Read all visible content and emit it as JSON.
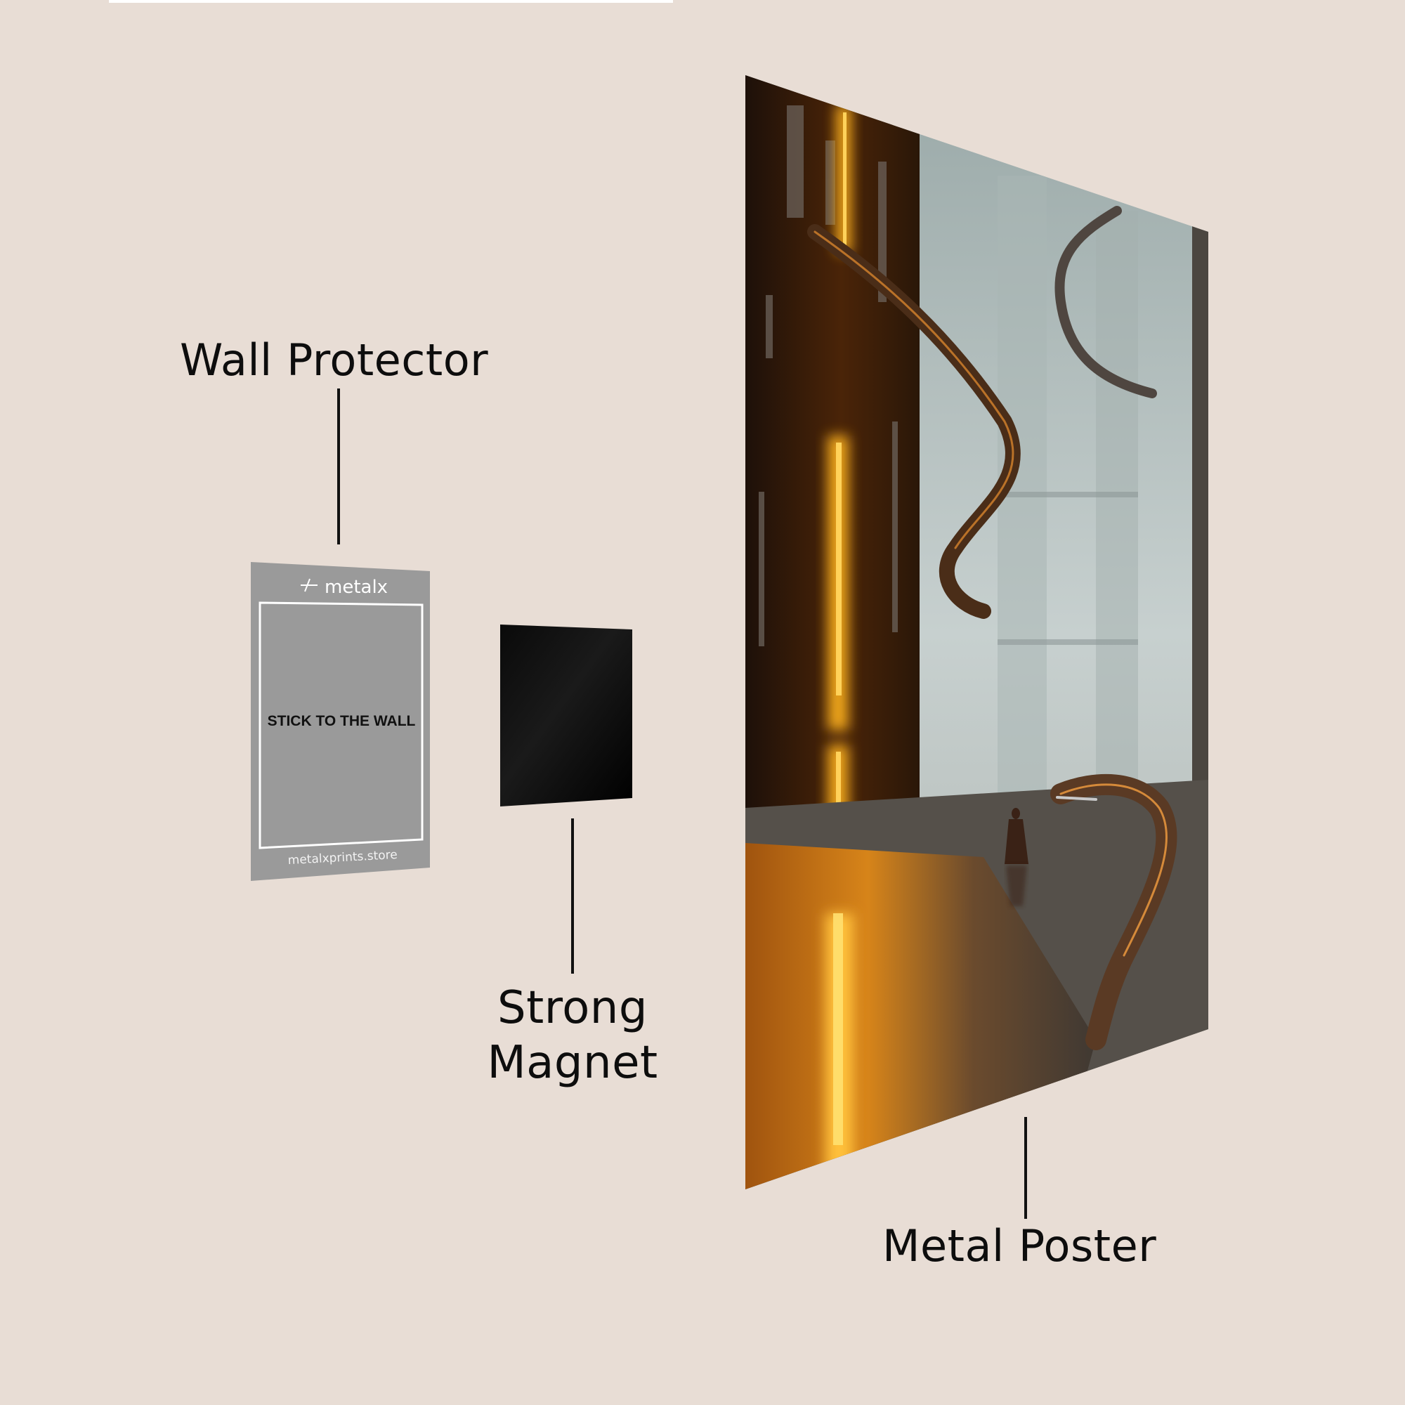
{
  "labels": {
    "wall_protector": "Wall Protector",
    "strong_magnet_line1": "Strong",
    "strong_magnet_line2": "Magnet",
    "metal_poster": "Metal Poster"
  },
  "wall_protector": {
    "brand": "metalx",
    "instruction": "STICK TO THE WALL",
    "website": "metalxprints.store",
    "color": "#9a9a9a"
  },
  "magnet": {
    "color": "#050505"
  },
  "poster": {
    "subject": "dystopian cityscape with glowing orange light strips, cables and a robed figure",
    "accent_color": "#ffa41a"
  },
  "colors": {
    "background": "#e8ddd5",
    "text": "#0d0d0d"
  }
}
